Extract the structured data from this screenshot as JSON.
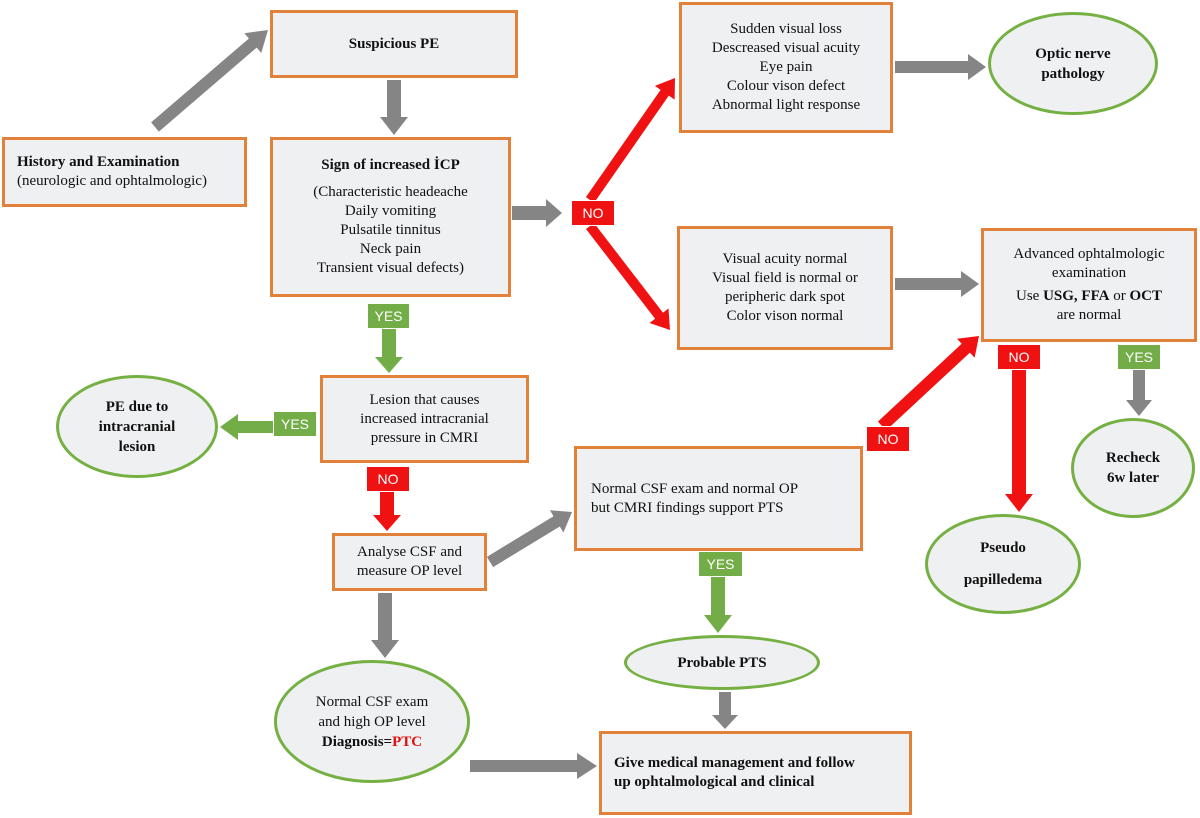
{
  "nodes": {
    "history": {
      "title": "History and Examination",
      "subtitle": "(neurologic and ophtalmologic)"
    },
    "suspicious_pe": {
      "title": "Suspicious PE"
    },
    "sign_icp": {
      "title": "Sign of increased İCP",
      "lines": [
        "(Characteristic headeache",
        "Daily vomiting",
        "Pulsatile tinnitus",
        "Neck pain",
        "Transient visual defects)"
      ]
    },
    "sudden_loss": {
      "lines": [
        "Sudden visual loss",
        "Descreased visual acuity",
        "Eye pain",
        "Colour vison defect",
        "Abnormal light response"
      ]
    },
    "optic_nerve": {
      "lines": [
        "Optic nerve",
        "pathology"
      ]
    },
    "visual_normal": {
      "lines": [
        "Visual acuity normal",
        "Visual field is normal or",
        "peripheric dark spot",
        "Color vison normal"
      ]
    },
    "advanced": {
      "line1": "Advanced ophtalmologic",
      "line2": "examination",
      "use_word": "Use",
      "usg": "USG,",
      "ffa": "FFA",
      "or_word": "or",
      "oct": "OCT",
      "line4": "are normal"
    },
    "lesion": {
      "lines": [
        "Lesion that causes",
        "increased intracranial",
        "pressure in CMRI"
      ]
    },
    "pe_lesion": {
      "lines": [
        "PE due to",
        "intracranial",
        "lesion"
      ]
    },
    "recheck": {
      "lines": [
        "Recheck",
        "6w later"
      ]
    },
    "normal_csf_pts": {
      "lines": [
        "Normal CSF exam and  normal OP",
        "but CMRI findings support PTS"
      ]
    },
    "pseudo": {
      "lines": [
        "Pseudo",
        "papilledema"
      ]
    },
    "analyse_csf": {
      "lines": [
        "Analyse CSF and",
        "measure OP level"
      ]
    },
    "probable_pts": {
      "title": "Probable PTS"
    },
    "normal_csf_ptc": {
      "line1": "Normal CSF exam",
      "line2": "and high OP level",
      "diag_label": "Diagnosis=",
      "diag_value": "PTC"
    },
    "management": {
      "lines": [
        "Give medical management and follow",
        "up ophtalmological and clinical"
      ]
    }
  },
  "tags": {
    "no_icp": "NO",
    "yes_icp": "YES",
    "yes_lesion": "YES",
    "no_lesion": "NO",
    "yes_pts": "YES",
    "no_pts": "NO",
    "no_advanced": "NO",
    "yes_advanced": "YES"
  },
  "colors": {
    "box_border": "#e2813a",
    "oval_border": "#75b043",
    "fill": "#eff0f2",
    "arrow_gray": "#858585",
    "arrow_red": "#f01212",
    "arrow_green": "#72ad47",
    "diagnosis_red": "#e01010"
  }
}
